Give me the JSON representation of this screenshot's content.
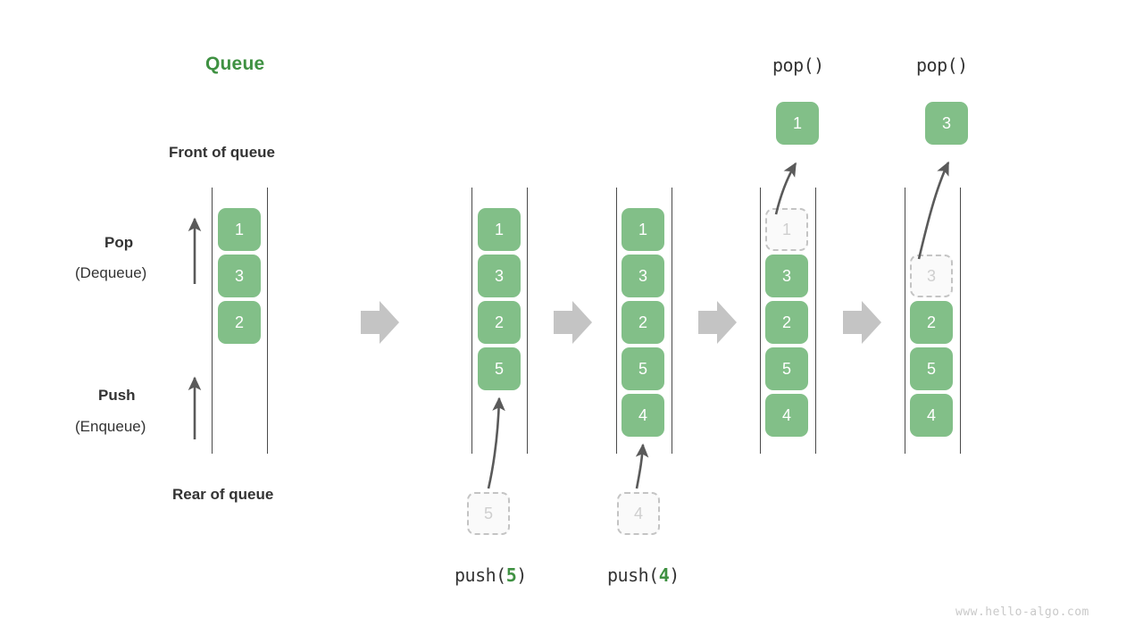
{
  "diagram": {
    "title": "Queue",
    "watermark": "www.hello-algo.com",
    "front_label": "Front of queue",
    "rear_label": "Rear of queue",
    "pop_label": "Pop",
    "pop_sub_label": "(Dequeue)",
    "push_label": "Push",
    "push_sub_label": "(Enqueue)",
    "colors": {
      "accent_green": "#3f9142",
      "cell_green": "#82bf88",
      "cell_text": "#ffffff",
      "ghost_fill": "#fafafa",
      "ghost_border": "#c4c4c4",
      "ghost_text": "#cfcfcf",
      "rail": "#4a4a4a",
      "arrow_gray": "#5a5a5a",
      "block_arrow": "#c4c4c4",
      "text": "#333333",
      "watermark": "#c9c9c9"
    }
  },
  "stages": [
    {
      "id": "initial",
      "caption": "",
      "caption_num": "",
      "header": "",
      "cells": [
        "1",
        "3",
        "2"
      ],
      "incoming": "",
      "popped": ""
    },
    {
      "id": "push-5",
      "caption_prefix": "push(",
      "caption_num": "5",
      "caption_suffix": ")",
      "header": "",
      "cells": [
        "1",
        "3",
        "2",
        "5"
      ],
      "incoming": "5",
      "popped": ""
    },
    {
      "id": "push-4",
      "caption_prefix": "push(",
      "caption_num": "4",
      "caption_suffix": ")",
      "header": "",
      "cells": [
        "1",
        "3",
        "2",
        "5",
        "4"
      ],
      "incoming": "4",
      "popped": ""
    },
    {
      "id": "pop-1",
      "caption_prefix": "",
      "caption_num": "",
      "caption_suffix": "",
      "header": "pop()",
      "cells": [
        "1",
        "3",
        "2",
        "5",
        "4"
      ],
      "ghost_index": 0,
      "incoming": "",
      "popped": "1"
    },
    {
      "id": "pop-3",
      "caption_prefix": "",
      "caption_num": "",
      "caption_suffix": "",
      "header": "pop()",
      "cells": [
        "3",
        "2",
        "5",
        "4"
      ],
      "ghost_index": 0,
      "incoming": "",
      "popped": "3"
    }
  ]
}
